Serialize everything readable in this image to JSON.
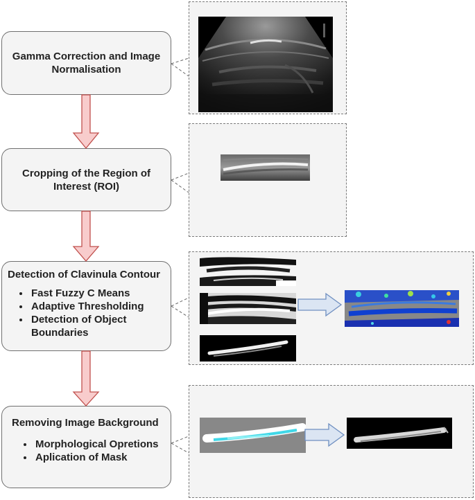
{
  "steps": [
    {
      "title": "Gamma Correction and Image Normalisation",
      "bullets": []
    },
    {
      "title": "Cropping of the Region of Interest (ROI)",
      "bullets": []
    },
    {
      "title": "Detection of Clavinula Contour",
      "bullets": [
        "Fast Fuzzy C Means",
        "Adaptive Thresholding",
        "Detection of Object Boundaries"
      ]
    },
    {
      "title": "Removing Image Background",
      "bullets": [
        "Morphological Opretions",
        "Aplication of Mask"
      ]
    }
  ],
  "colors": {
    "box_fill": "#f4f4f4",
    "box_border": "#6f6f6f",
    "arrow_fill": "#f8cccc",
    "arrow_stroke": "#c0504d",
    "side_arrow_fill": "#dbe5f3",
    "side_arrow_stroke": "#6f8fc0",
    "panel_border": "#7a7a7a"
  }
}
